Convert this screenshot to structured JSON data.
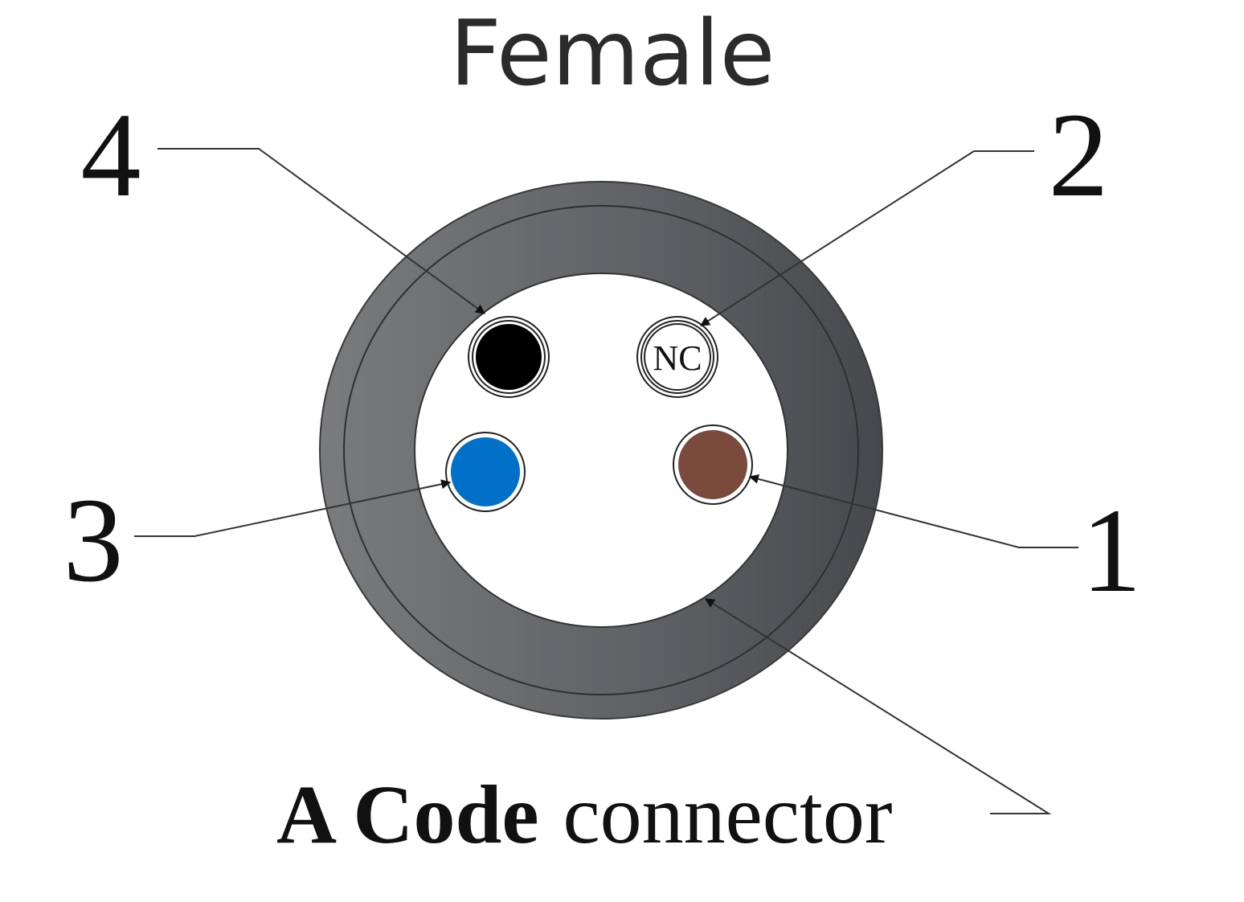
{
  "title": "Female",
  "caption": {
    "bold": "A Code",
    "normal": "connector"
  },
  "pins": [
    {
      "number": "1",
      "color": "#7a4a3c",
      "label": ""
    },
    {
      "number": "2",
      "color": "#ffffff",
      "label": "NC"
    },
    {
      "number": "3",
      "color": "#0070c8",
      "label": ""
    },
    {
      "number": "4",
      "color": "#000000",
      "label": ""
    }
  ],
  "colors": {
    "housing": "#5e6063",
    "insert": "#ffffff"
  }
}
